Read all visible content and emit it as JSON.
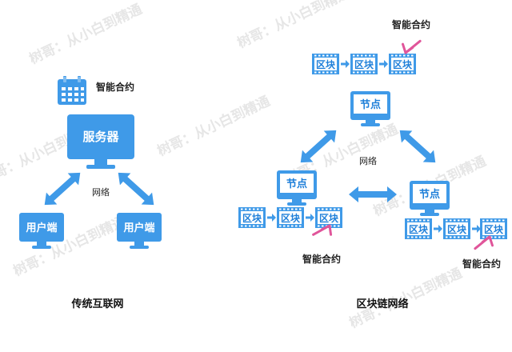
{
  "watermark": "树哥：从小白到精通",
  "traditional": {
    "calendar_label": "智能合约",
    "server_label": "服务器",
    "network_label": "网络",
    "client_left": "用户端",
    "client_right": "用户端",
    "caption": "传统互联网"
  },
  "blockchain": {
    "top_contract_label": "智能合约",
    "block_label": "区块",
    "node_label": "节点",
    "network_label": "网络",
    "left_contract_label": "智能合约",
    "right_contract_label": "智能合约",
    "caption": "区块链网络"
  },
  "colors": {
    "blue": "#3f9ae8",
    "dark_blue": "#1e7fd9",
    "pink": "#e0559a"
  },
  "icons": {
    "calendar": "calendar-icon",
    "monitor": "monitor-icon",
    "arrow": "double-arrow-icon",
    "pointer": "pointer-arrow-icon"
  }
}
